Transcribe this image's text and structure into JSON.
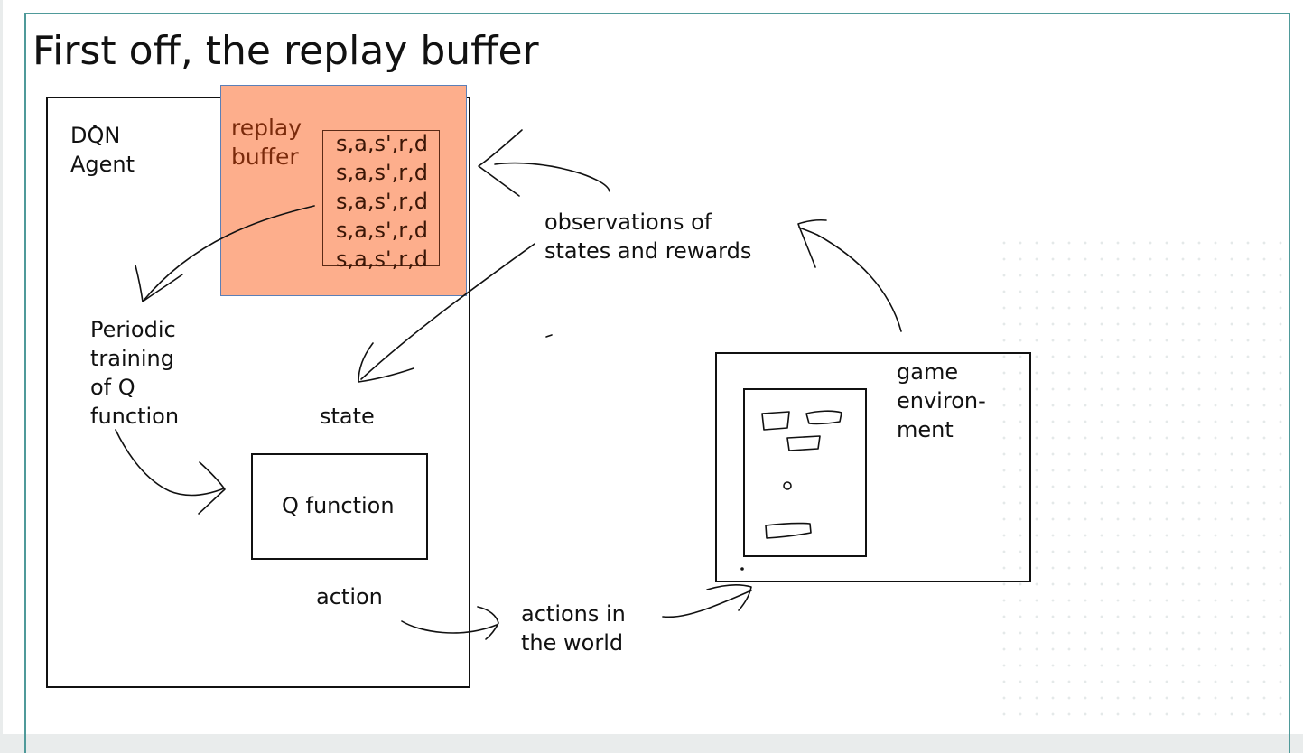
{
  "slide": {
    "title": "First off, the replay buffer"
  },
  "agent": {
    "label": "DQN\nAgent",
    "replay_buffer_label": "replay\nbuffer",
    "records": [
      "s,a,s',r,d",
      "s,a,s',r,d",
      "s,a,s',r,d",
      "s,a,s',r,d",
      "s,a,s',r,d"
    ],
    "training_label": "Periodic\ntraining\nof Q\nfunction",
    "state_label": "state",
    "q_function_label": "Q function",
    "action_label": "action"
  },
  "flows": {
    "observations_label": "observations of\nstates and rewards",
    "actions_label": "actions in\nthe world"
  },
  "environment": {
    "label": "game\nenviron-\nment"
  },
  "colors": {
    "replay_fill": "#fdae8c",
    "replay_text": "#7a2a0b",
    "frame": "#4f9a9a"
  }
}
